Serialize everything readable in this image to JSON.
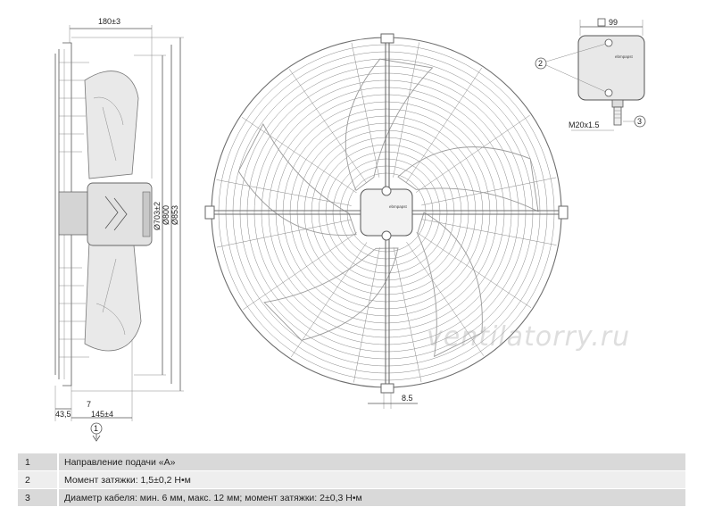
{
  "side_view": {
    "dim_depth": "180±3",
    "dim_d703": "Ø703±2",
    "dim_d800": "Ø800",
    "dim_d853": "Ø853",
    "dim_43_5": "43,5",
    "dim_7": "7",
    "dim_145": "145±4",
    "callout_1": "1"
  },
  "front_view": {
    "dim_8_5": "8.5",
    "hub_label": "ebmpapst"
  },
  "terminal_box": {
    "dim_99": "99",
    "callout_2": "2",
    "callout_3": "3",
    "thread": "M20x1.5",
    "label": "ebmpapst"
  },
  "watermark": "ventilatorry.ru",
  "legend": [
    {
      "num": "1",
      "text": "Направление подачи «A»"
    },
    {
      "num": "2",
      "text": "Момент затяжки: 1,5±0,2 Н•м"
    },
    {
      "num": "3",
      "text": "Диаметр кабеля: мин. 6 мм, макс. 12 мм; момент затяжки: 2±0,3 Н•м"
    }
  ]
}
